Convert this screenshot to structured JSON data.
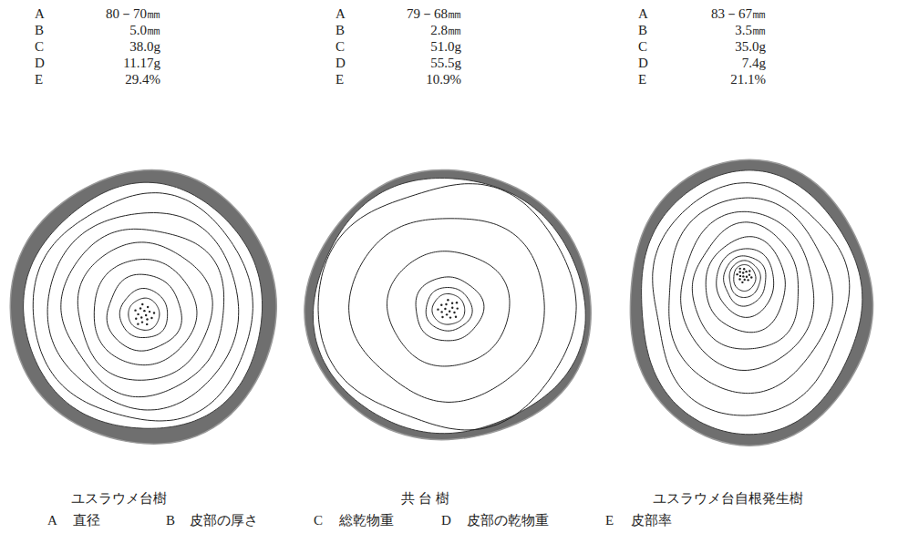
{
  "diagram": {
    "labels": [
      "A",
      "80－70㎜",
      "B",
      "5.0㎜",
      "C",
      "38.0g",
      "D",
      "11.17g",
      "E",
      "29.4%",
      "A",
      "79－68㎜",
      "B",
      "2.8㎜",
      "C",
      "51.0g",
      "D",
      "55.5g",
      "E",
      "10.9%",
      "A",
      "83－67㎜",
      "B",
      "3.5㎜",
      "C",
      "35.0g",
      "D",
      "7.4g",
      "E",
      "21.1%",
      "ユスラウメ台樹",
      "共 台 樹",
      "ユスラウメ台自根発生樹",
      "A",
      "直径",
      "B",
      "皮部の厚さ",
      "C",
      "総乾物重",
      "D",
      "皮部の乾物重",
      "E",
      "皮部率"
    ]
  }
}
